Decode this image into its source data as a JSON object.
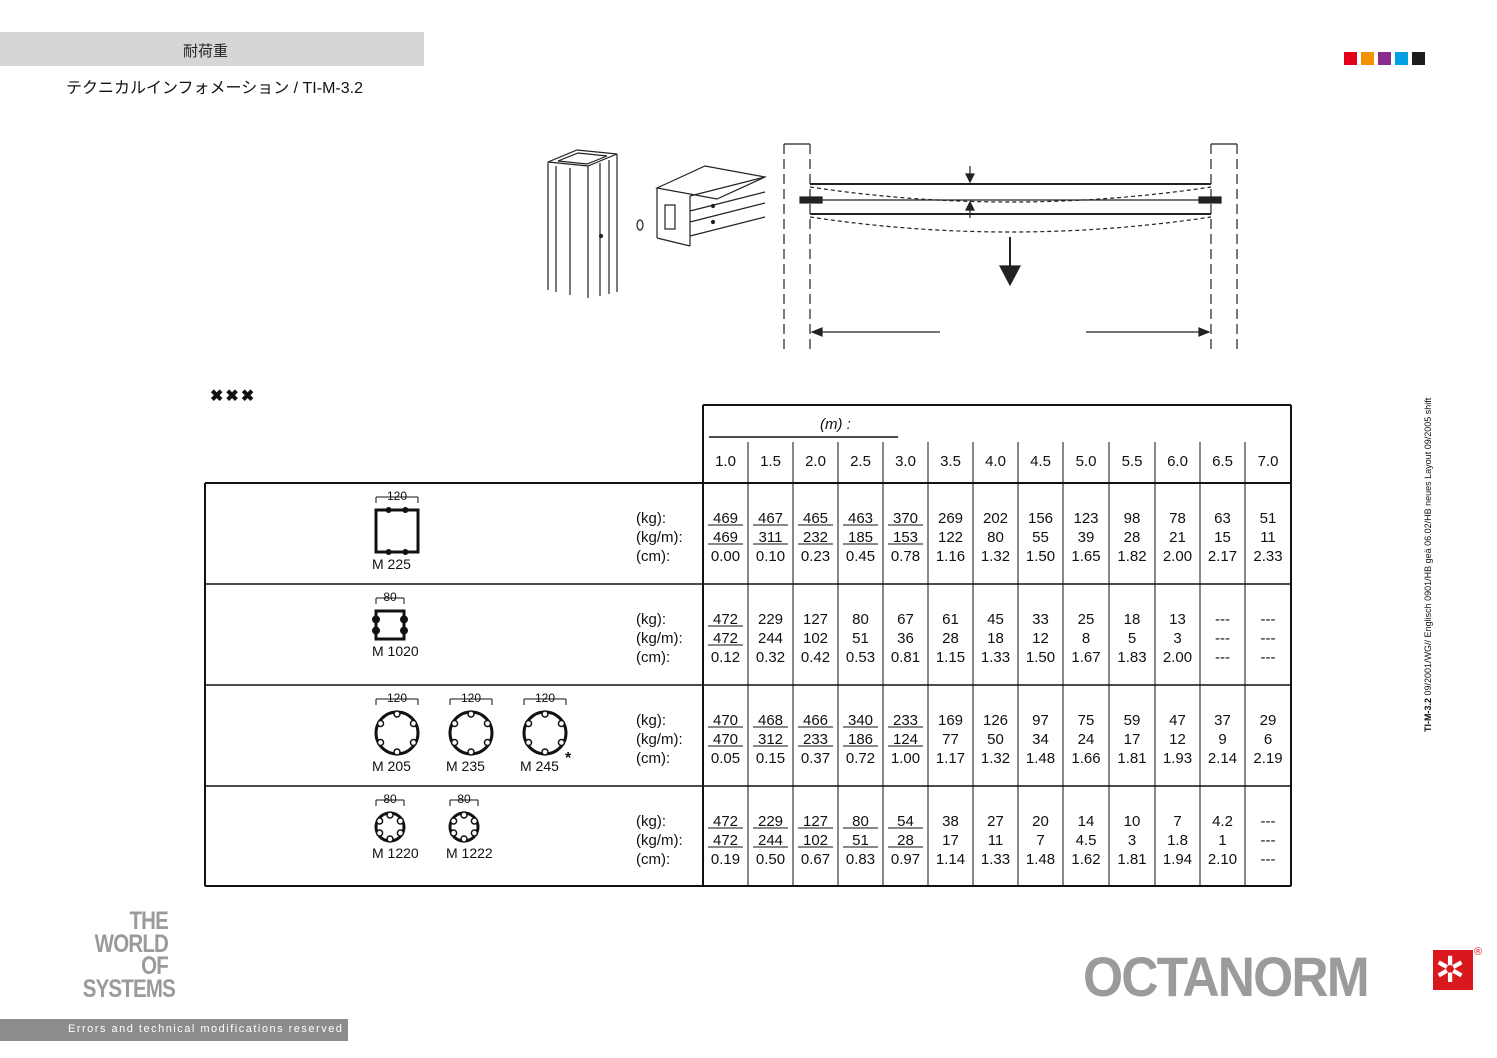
{
  "header": {
    "title": "耐荷重",
    "subtitle": "テクニカルインフォメーション / TI-M-3.2"
  },
  "brand_colors": [
    "#e3001b",
    "#f39200",
    "#8a2a8f",
    "#009fe3",
    "#1d1d1b"
  ],
  "markers": "✖✖✖",
  "side_note": {
    "code": "TI-M-3.2",
    "text": "09/2001/WG// Englisch 0901/HB geä 06.02/HB neues Layout 09/2005 shift"
  },
  "footer": {
    "disclaimer": "Errors and technical modifications reserved",
    "world": [
      "THE",
      "WORLD",
      "OF",
      "SYSTEMS"
    ],
    "brand": "OCTANORM",
    "reg": "®"
  },
  "table": {
    "span_label": "(m) :",
    "spans": [
      "1.0",
      "1.5",
      "2.0",
      "2.5",
      "3.0",
      "3.5",
      "4.0",
      "4.5",
      "5.0",
      "5.5",
      "6.0",
      "6.5",
      "7.0"
    ],
    "units": [
      "(kg):",
      "(kg/m):",
      "(cm):"
    ],
    "groups": [
      {
        "profiles": [
          {
            "name": "M 225",
            "dim": "120"
          }
        ],
        "rows": [
          [
            "469",
            "467",
            "465",
            "463",
            "370",
            "269",
            "202",
            "156",
            "123",
            "98",
            "78",
            "63",
            "51"
          ],
          [
            "469",
            "311",
            "232",
            "185",
            "153",
            "122",
            "80",
            "55",
            "39",
            "28",
            "21",
            "15",
            "11"
          ],
          [
            "0.00",
            "0.10",
            "0.23",
            "0.45",
            "0.78",
            "1.16",
            "1.32",
            "1.50",
            "1.65",
            "1.82",
            "2.00",
            "2.17",
            "2.33"
          ]
        ]
      },
      {
        "profiles": [
          {
            "name": "M 1020",
            "dim": "80"
          }
        ],
        "rows": [
          [
            "472",
            "229",
            "127",
            "80",
            "67",
            "61",
            "45",
            "33",
            "25",
            "18",
            "13",
            "---",
            "---"
          ],
          [
            "472",
            "244",
            "102",
            "51",
            "36",
            "28",
            "18",
            "12",
            "8",
            "5",
            "3",
            "---",
            "---"
          ],
          [
            "0.12",
            "0.32",
            "0.42",
            "0.53",
            "0.81",
            "1.15",
            "1.33",
            "1.50",
            "1.67",
            "1.83",
            "2.00",
            "---",
            "---"
          ]
        ]
      },
      {
        "profiles": [
          {
            "name": "M 205",
            "dim": "120"
          },
          {
            "name": "M 235",
            "dim": "120",
            "star": "*"
          },
          {
            "name": "M 245",
            "dim": "120"
          }
        ],
        "rows": [
          [
            "470",
            "468",
            "466",
            "340",
            "233",
            "169",
            "126",
            "97",
            "75",
            "59",
            "47",
            "37",
            "29"
          ],
          [
            "470",
            "312",
            "233",
            "186",
            "124",
            "77",
            "50",
            "34",
            "24",
            "17",
            "12",
            "9",
            "6"
          ],
          [
            "0.05",
            "0.15",
            "0.37",
            "0.72",
            "1.00",
            "1.17",
            "1.32",
            "1.48",
            "1.66",
            "1.81",
            "1.93",
            "2.14",
            "2.19"
          ]
        ]
      },
      {
        "profiles": [
          {
            "name": "M 1220",
            "dim": "80"
          },
          {
            "name": "M 1222",
            "dim": "80"
          }
        ],
        "rows": [
          [
            "472",
            "229",
            "127",
            "80",
            "54",
            "38",
            "27",
            "20",
            "14",
            "10",
            "7",
            "4.2",
            "---"
          ],
          [
            "472",
            "244",
            "102",
            "51",
            "28",
            "17",
            "11",
            "7",
            "4.5",
            "3",
            "1.8",
            "1",
            "---"
          ],
          [
            "0.19",
            "0.50",
            "0.67",
            "0.83",
            "0.97",
            "1.14",
            "1.33",
            "1.48",
            "1.62",
            "1.81",
            "1.94",
            "2.10",
            "---"
          ]
        ]
      }
    ]
  }
}
